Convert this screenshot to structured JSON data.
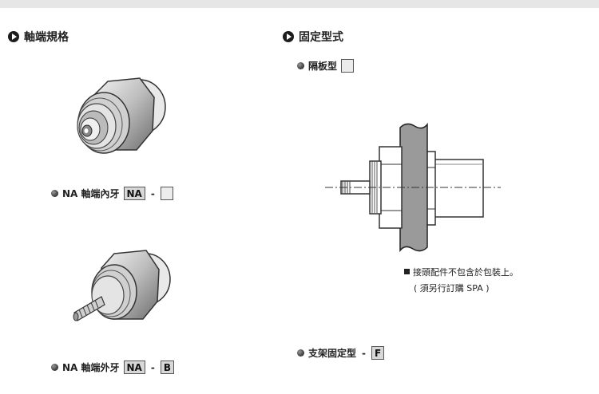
{
  "left_section": {
    "title": "軸端規格",
    "variants": [
      {
        "label": "NA 軸端內牙",
        "code": "NA",
        "dash": "-",
        "suffix": ""
      },
      {
        "label": "NA 軸端外牙",
        "code": "NA",
        "dash": "-",
        "suffix": "B"
      }
    ]
  },
  "right_section": {
    "title": "固定型式",
    "panel_mount": {
      "label": "隔板型",
      "suffix": ""
    },
    "note_line1": "接頭配件不包含於包裝上。",
    "note_line2": "( 須另行訂購 SPA )",
    "bracket_mount": {
      "label": "支架固定型",
      "dash": "-",
      "suffix": "F"
    }
  }
}
